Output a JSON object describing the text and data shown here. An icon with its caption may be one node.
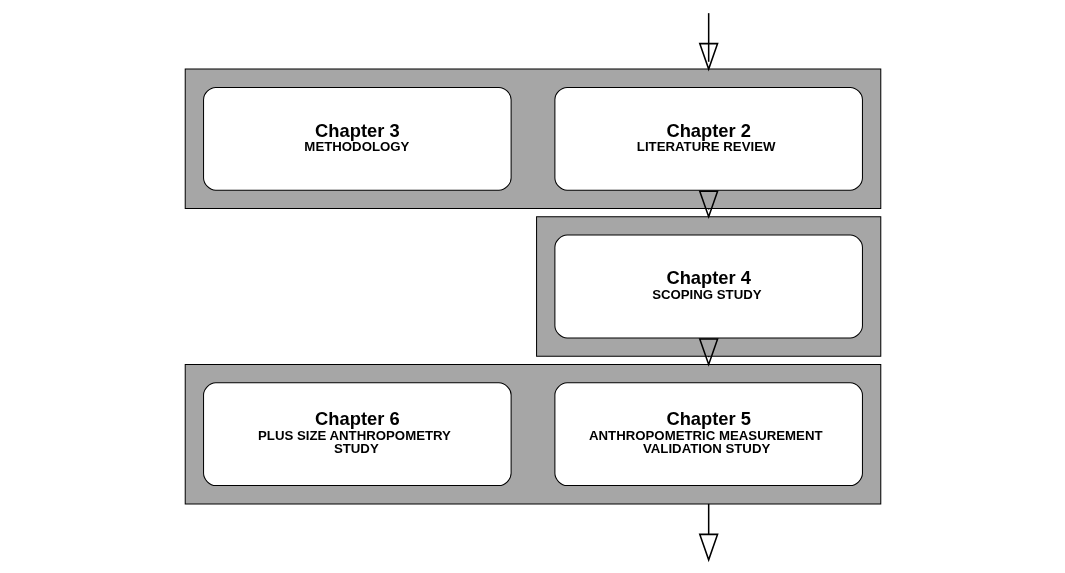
{
  "diagram": {
    "nodes": [
      {
        "text": [],
        "shape": "box"
      },
      {
        "text": [
          "Chapter 2",
          "LITERATURE REVIEW"
        ],
        "in": 0
      },
      {
        "text": [
          "Chapter 3",
          "METHODOLOGY"
        ],
        "in": 0
      },
      {
        "text": [],
        "shape": "box"
      },
      {
        "text": [
          "Chapter 4",
          "SCOPING STUDY"
        ],
        "in": 3
      },
      {
        "text": [],
        "shape": "box"
      },
      {
        "text": [
          "Chapter 5",
          "ANTHROPOMETRIC MEASUREMENT VALIDATION STUDY"
        ],
        "in": 5
      },
      {
        "text": [
          "Chapter 6",
          "PLUS SIZE ANTHROPOMETRY STUDY"
        ],
        "in": 5
      }
    ],
    "edges": [
      {
        "from": null,
        "to": 0,
        "arrow": "to"
      },
      {
        "from": 0,
        "to": 3,
        "arrow": "to"
      },
      {
        "from": 3,
        "to": 5,
        "arrow": "to"
      },
      {
        "from": 5,
        "to": null,
        "arrow": "to"
      }
    ]
  }
}
